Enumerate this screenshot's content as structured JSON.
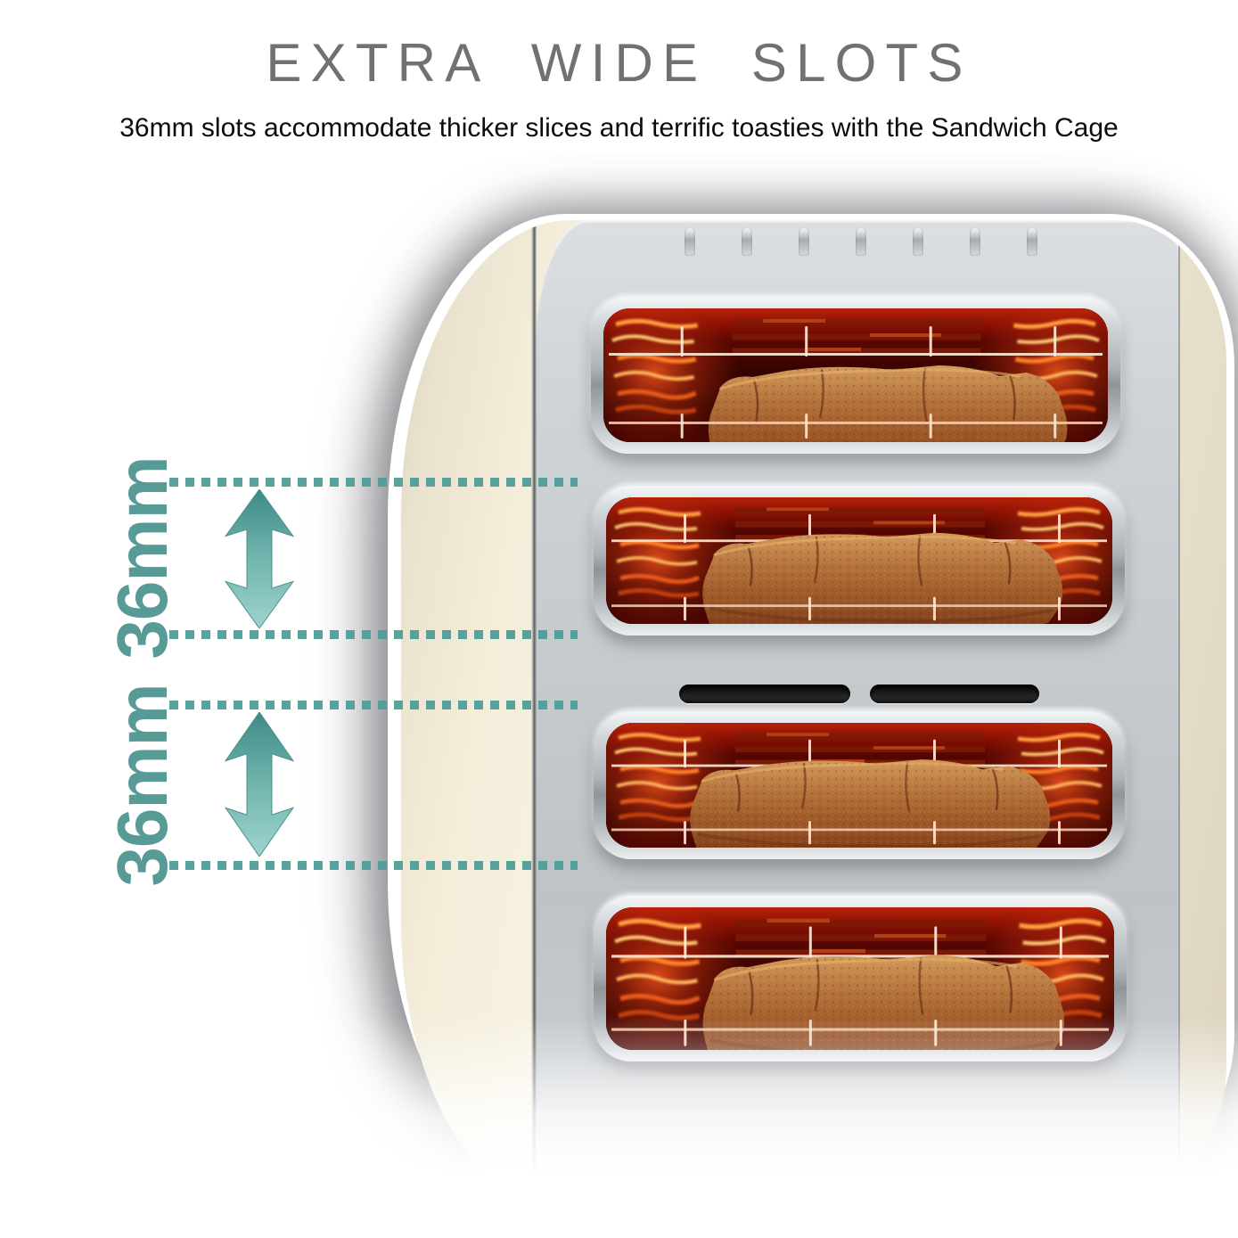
{
  "header": {
    "title": "EXTRA WIDE SLOTS",
    "subtitle": "36mm slots accommodate thicker slices and terrific toasties with the Sandwich Cage"
  },
  "annotations": [
    {
      "label": "36mm",
      "measures": "slot 2 width"
    },
    {
      "label": "36mm",
      "measures": "slot 3 width"
    }
  ],
  "toaster": {
    "slot_count": 4,
    "slots_with_toast": 4,
    "view": "top-down"
  },
  "icons": {
    "dimension_arrow": "double-headed vertical arrow",
    "measure_line": "teal dotted horizontal line"
  },
  "colors": {
    "accent_teal": "#579a96",
    "dotted_line_teal": "#4f9e99",
    "title_gray": "#717175",
    "subtitle_black": "#0b0b0b",
    "body_cream": "#f1ebdb",
    "chrome_silver": "#c6cbce",
    "slot_glow_red": "#a81a08",
    "toast_brown": "#a05c2e",
    "background": "#ffffff"
  }
}
